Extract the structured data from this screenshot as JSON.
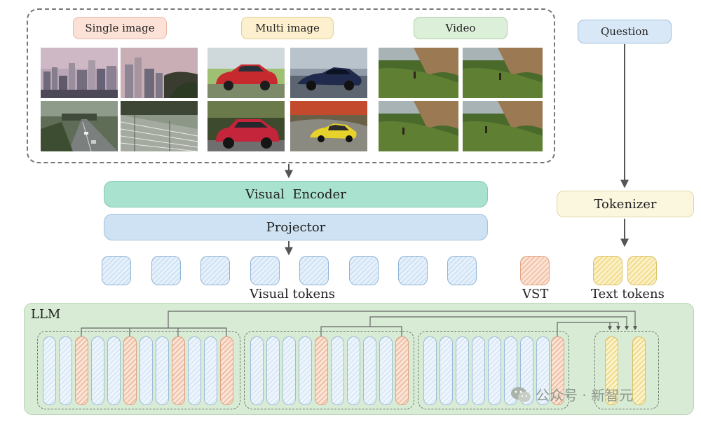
{
  "input_labels": {
    "single": "Single image",
    "multi": "Multi image",
    "video": "Video",
    "question": "Question"
  },
  "modules": {
    "encoder": "Visual  Encoder",
    "projector": "Projector",
    "tokenizer": "Tokenizer"
  },
  "token_labels": {
    "visual": "Visual tokens",
    "vst": "VST",
    "text": "Text tokens"
  },
  "llm_label": "LLM",
  "watermark": "公众号 · 新智元",
  "colors": {
    "single_pill": "#fbe1d6",
    "multi_pill": "#fdf0cf",
    "video_pill": "#dcefd8",
    "question_pill": "#d9e8f6",
    "encoder": "#a9e3cf",
    "projector": "#cfe2f3",
    "tokenizer": "#fbf7df",
    "llm_bg": "#d8ecd5"
  }
}
